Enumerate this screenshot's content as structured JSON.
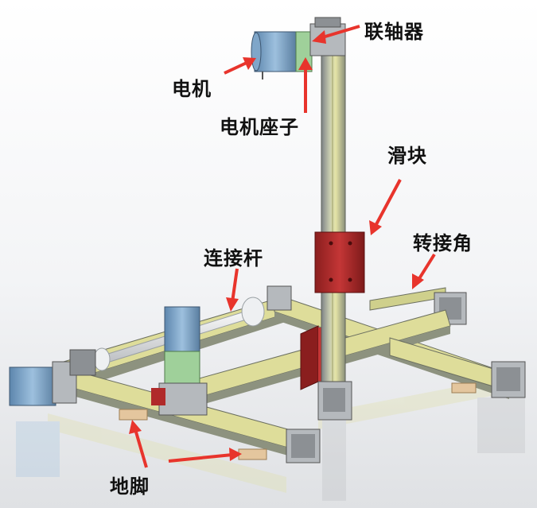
{
  "labels": {
    "coupling": "联轴器",
    "motor": "电机",
    "motor_mount": "电机座子",
    "slider": "滑块",
    "corner_bracket": "转接角",
    "connecting_rod": "连接杆",
    "foot": "地脚"
  },
  "colors": {
    "rail_yellow": "#dedd9a",
    "rail_metal": "#a9aeb2",
    "slider_red": "#b02a2a",
    "motor_blue": "#7fa6c9",
    "coupling_green": "#9fd09a",
    "foot_tan": "#e4c69e",
    "arrow_red": "#e8342c"
  }
}
